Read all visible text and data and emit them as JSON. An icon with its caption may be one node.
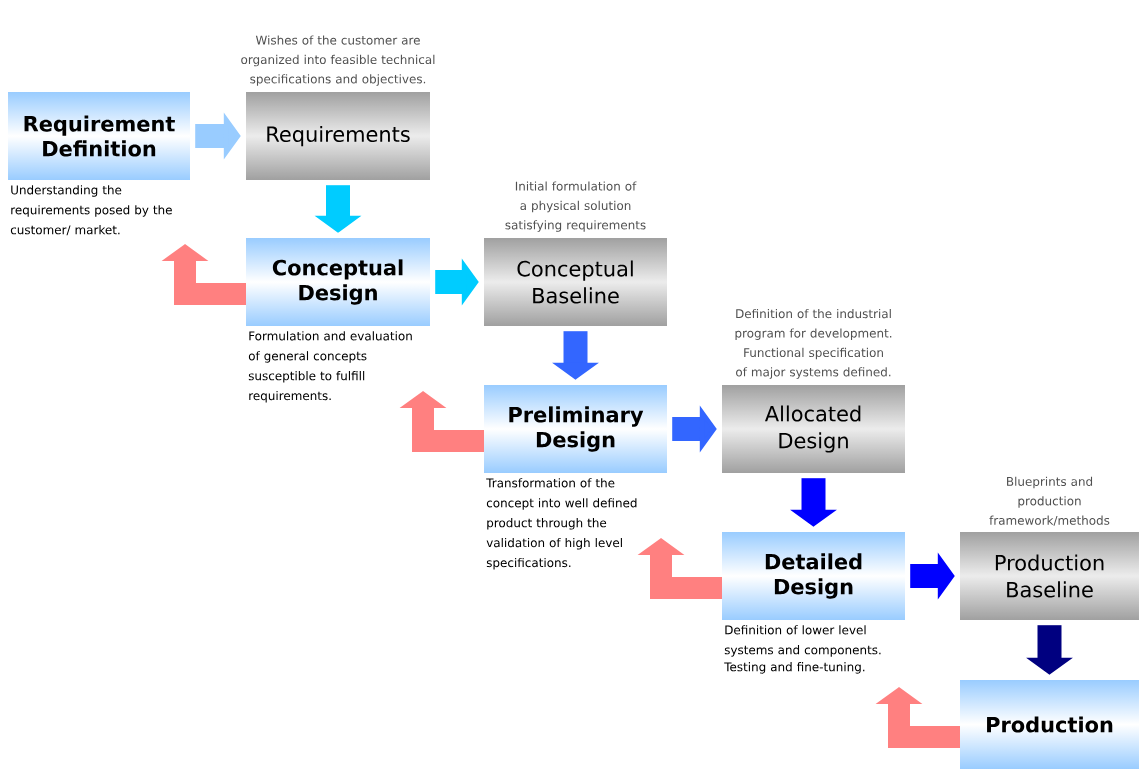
{
  "diagram": {
    "nodes": [
      {
        "text": [
          "Requirement Definition"
        ],
        "beside": [
          "Understanding the requirements posed by the customer/ market."
        ]
      },
      {
        "text": [
          "Requirements"
        ],
        "beside": [
          "Wishes of the customer are organized into feasible technical specifications and objectives."
        ]
      },
      {
        "text": [
          "Conceptual Design"
        ],
        "beside": [
          "Formulation and evaluation of general concepts susceptible to fulfill requirements."
        ]
      },
      {
        "text": [
          "Conceptual Baseline"
        ],
        "beside": [
          "Initial formulation of a physical solution satisfying requirements"
        ]
      },
      {
        "text": [
          "Preliminary Design"
        ],
        "beside": [
          "Transformation of the concept into well defined product through the validation of high level specifications."
        ]
      },
      {
        "text": [
          "Allocated Design"
        ],
        "beside": [
          "Definition of the industrial program for development. Functional specification of major systems defined."
        ]
      },
      {
        "text": [
          "Detailed Design"
        ],
        "beside": [
          "Definition of lower level systems and components.",
          "Testing and fine-tuning."
        ]
      },
      {
        "text": [
          "Production Baseline"
        ],
        "beside": [
          "Blueprints and production framework/methods"
        ]
      },
      {
        "text": [
          "Production"
        ]
      }
    ],
    "edges": [
      {
        "from": 0,
        "to": 1,
        "arrow": "to",
        "color": "#99ccff"
      },
      {
        "from": 1,
        "to": 2,
        "arrow": "to",
        "color": "#00ccff"
      },
      {
        "from": 2,
        "to": 3,
        "arrow": "to",
        "color": "#00ccff"
      },
      {
        "from": 3,
        "to": 4,
        "arrow": "to",
        "color": "#3366ff"
      },
      {
        "from": 4,
        "to": 5,
        "arrow": "to",
        "color": "#3366ff"
      },
      {
        "from": 5,
        "to": 6,
        "arrow": "to",
        "color": "#0000ff"
      },
      {
        "from": 6,
        "to": 7,
        "arrow": "to",
        "color": "#0000ff"
      },
      {
        "from": 7,
        "to": 8,
        "arrow": "to",
        "color": "#000080"
      },
      {
        "from": 2,
        "to": 0,
        "arrow": "to",
        "color": "#ff8080"
      },
      {
        "from": 4,
        "to": 2,
        "arrow": "to",
        "color": "#ff8080"
      },
      {
        "from": 6,
        "to": 4,
        "arrow": "to",
        "color": "#ff8080"
      },
      {
        "from": 8,
        "to": 6,
        "arrow": "to",
        "color": "#ff8080"
      }
    ]
  }
}
